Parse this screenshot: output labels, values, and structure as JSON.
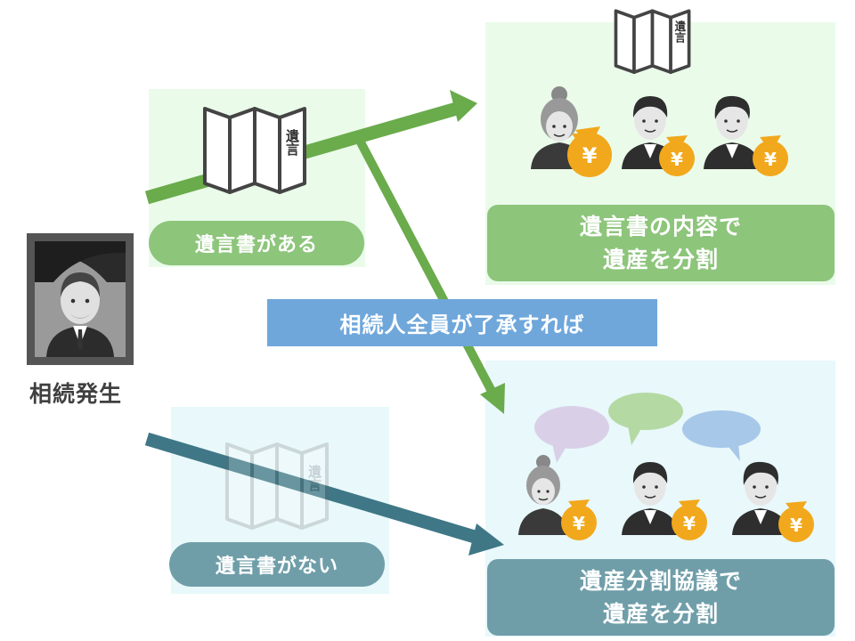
{
  "start": {
    "label": "相続発生"
  },
  "branch_with_will": {
    "label": "遺言書がある"
  },
  "branch_without_will": {
    "label": "遺言書がない"
  },
  "will_document": {
    "text": "遺言"
  },
  "consent_banner": {
    "text": "相続人全員が了承すれば"
  },
  "outcome_will": {
    "line1": "遺言書の内容で",
    "line2": "遺産を分割"
  },
  "outcome_agreement": {
    "line1": "遺産分割協議で",
    "line2": "遺産を分割"
  },
  "money_symbol": "¥",
  "colors": {
    "green_arrow": "#6aab4c",
    "teal_arrow": "#3f7786",
    "panel_green": "#eafbea",
    "panel_blue": "#e8f8fb",
    "pill_green": "#8dc57b",
    "pill_teal": "#6f9ea9",
    "banner_blue": "#6fa7db",
    "money_bag": "#f2a81c",
    "bubble_purple": "#d9d0e8",
    "bubble_green": "#b5d9a3",
    "bubble_blue": "#a7c8e8"
  }
}
